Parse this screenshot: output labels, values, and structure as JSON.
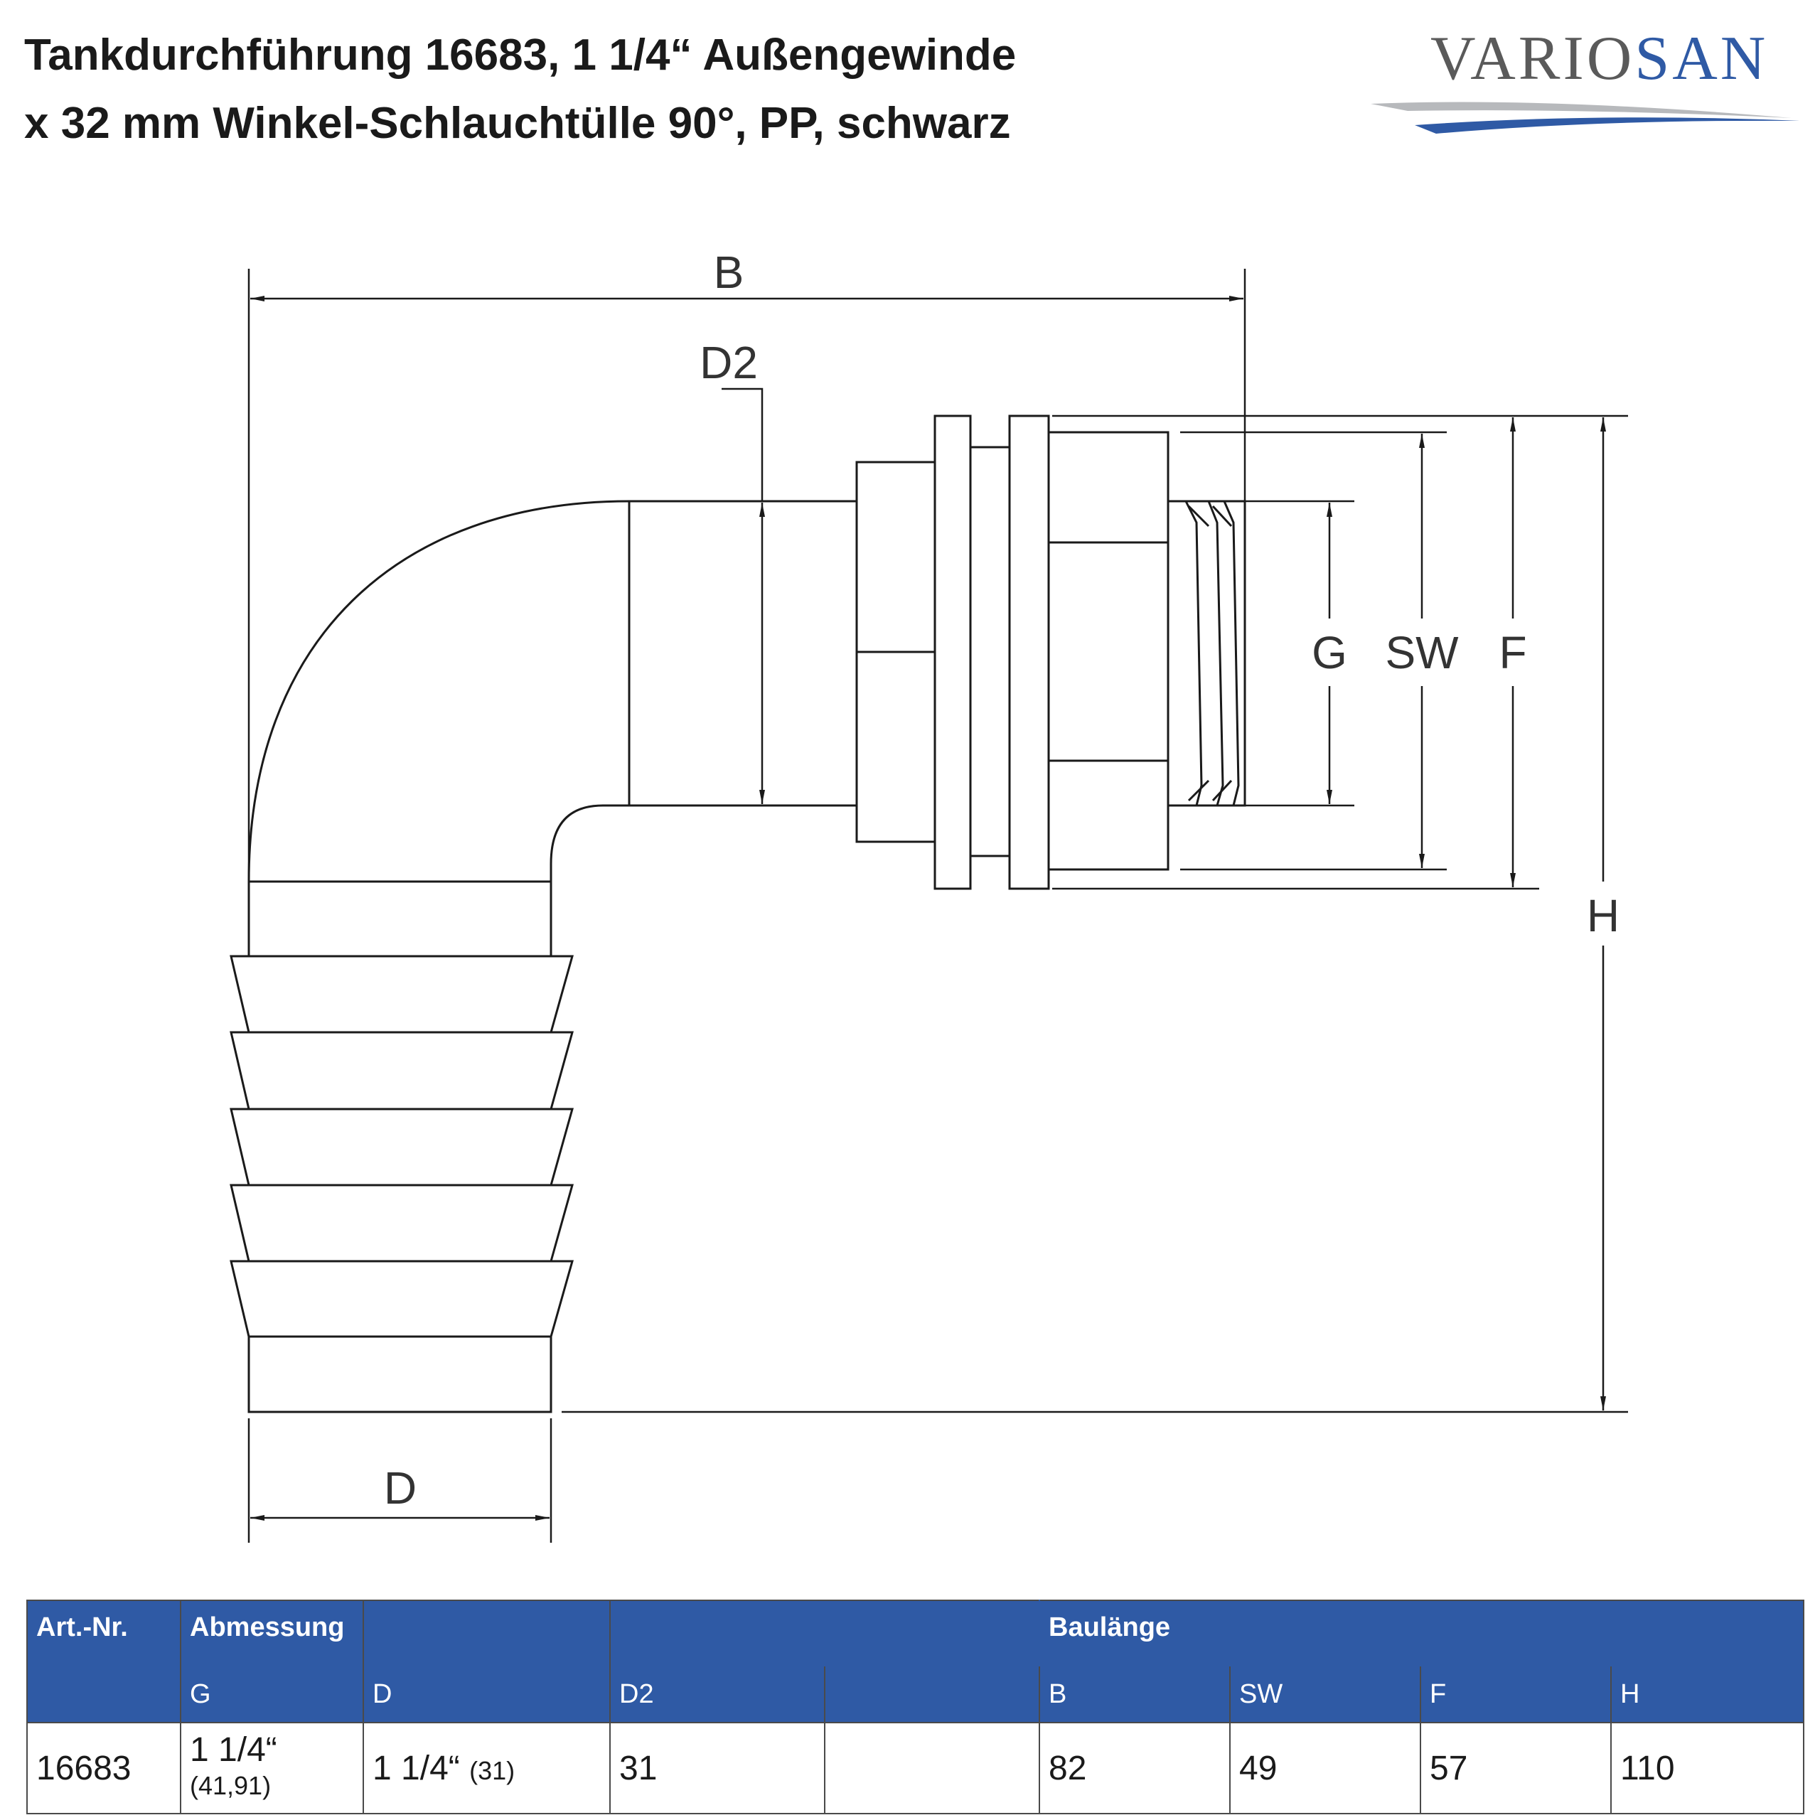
{
  "title": {
    "line1": "Tankdurchführung 16683, 1 1/4“ Außengewinde",
    "line2": "x 32 mm Winkel-Schlauchtülle 90°, PP, schwarz"
  },
  "logo": {
    "text_part1": "VARIO",
    "text_part2": "SAN",
    "text_color": "#5a5a5a",
    "accent": "#2f5aa5"
  },
  "drawing": {
    "labels": {
      "B": "B",
      "D2": "D2",
      "G": "G",
      "SW": "SW",
      "F": "F",
      "H": "H",
      "D": "D"
    }
  },
  "table": {
    "header_color": "#2f5aa5",
    "group_headers": {
      "art": "Art.-Nr.",
      "abmessung": "Abmessung",
      "baulaenge": "Baulänge"
    },
    "columns": {
      "g": "G",
      "d": "D",
      "d2": "D2",
      "b": "B",
      "sw": "SW",
      "f": "F",
      "h": "H"
    },
    "row": {
      "art": "16683",
      "g_main": "1 1/4“",
      "g_sub": "(41,91)",
      "d_main": "1 1/4“",
      "d_sub": "(31)",
      "d2": "31",
      "blank": "",
      "b": "82",
      "sw": "49",
      "f": "57",
      "h": "110"
    }
  }
}
